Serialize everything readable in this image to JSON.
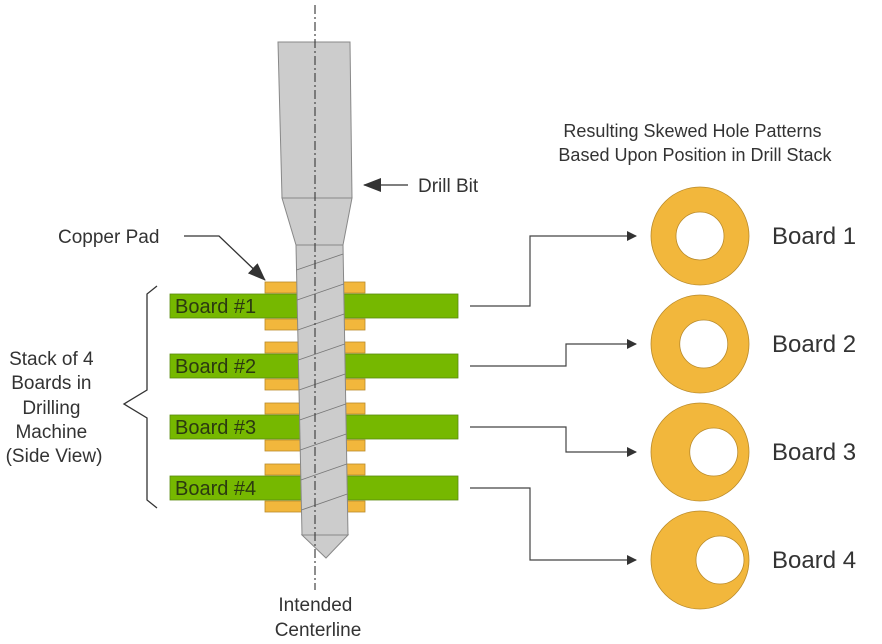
{
  "colors": {
    "board": "#76b800",
    "board_stroke": "#5a8a10",
    "copper": "#f2b73c",
    "copper_stroke": "#b98a2a",
    "drill": "#cccccc",
    "drill_stroke": "#888888",
    "line": "#444444",
    "text": "#333333"
  },
  "labels": {
    "drill_bit": "Drill Bit",
    "copper_pad": "Copper Pad",
    "stack_lines": [
      "Stack of 4",
      "Boards in",
      "Drilling",
      "Machine",
      "(Side View)"
    ],
    "centerline_lines": [
      "Intended",
      "Centerline"
    ],
    "result_title_lines": [
      "Resulting Skewed Hole Patterns",
      "Based Upon Position in Drill Stack"
    ]
  },
  "boards": [
    {
      "label": "Board #1",
      "result_label": "Board 1",
      "hole_offset": 0.0
    },
    {
      "label": "Board #2",
      "result_label": "Board 2",
      "hole_offset": 0.15
    },
    {
      "label": "Board #3",
      "result_label": "Board 3",
      "hole_offset": 0.55
    },
    {
      "label": "Board #4",
      "result_label": "Board 4",
      "hole_offset": 0.8
    }
  ]
}
